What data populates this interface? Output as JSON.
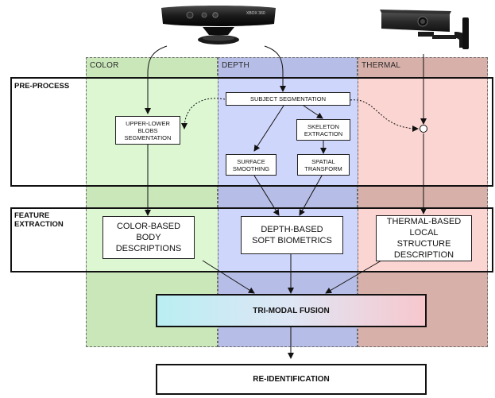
{
  "columns": {
    "color": {
      "label": "COLOR"
    },
    "depth": {
      "label": "DEPTH"
    },
    "thermal": {
      "label": "THERMAL"
    }
  },
  "bands": {
    "preprocess": {
      "label": "PRE-PROCESS"
    },
    "feature": {
      "label_lines": [
        "FEATURE",
        "EXTRACTION"
      ]
    }
  },
  "devices": {
    "kinect": {
      "badge": "XBOX 360"
    }
  },
  "boxes": {
    "subject_segmentation": {
      "lines": [
        "SUBJECT SEGMENTATION"
      ]
    },
    "upper_lower_blobs": {
      "lines": [
        "UPPER-LOWER",
        "BLOBS",
        "SEGMENTATION"
      ]
    },
    "skeleton_extraction": {
      "lines": [
        "SKELETON",
        "EXTRACTION"
      ]
    },
    "surface_smoothing": {
      "lines": [
        "SURFACE",
        "SMOOTHING"
      ]
    },
    "spatial_transform": {
      "lines": [
        "SPATIAL",
        "TRANSFORM"
      ]
    },
    "color_features": {
      "lines": [
        "COLOR-BASED",
        "BODY",
        "DESCRIPTIONS"
      ]
    },
    "depth_features": {
      "lines": [
        "DEPTH-BASED",
        "SOFT BIOMETRICS"
      ]
    },
    "thermal_features": {
      "lines": [
        "THERMAL-BASED",
        "LOCAL",
        "STRUCTURE",
        "DESCRIPTION"
      ]
    },
    "fusion": {
      "lines": [
        "TRI-MODAL FUSION"
      ]
    },
    "reid": {
      "lines": [
        "RE-IDENTIFICATION"
      ]
    }
  },
  "colors": {
    "color_column": "#c9e7b9",
    "color_column_band": "#dcf7d2",
    "depth_column": "#b6bde6",
    "depth_column_band": "#cfd6fb",
    "thermal_column": "#d8b0aa",
    "thermal_column_band": "#fbd5d2"
  }
}
